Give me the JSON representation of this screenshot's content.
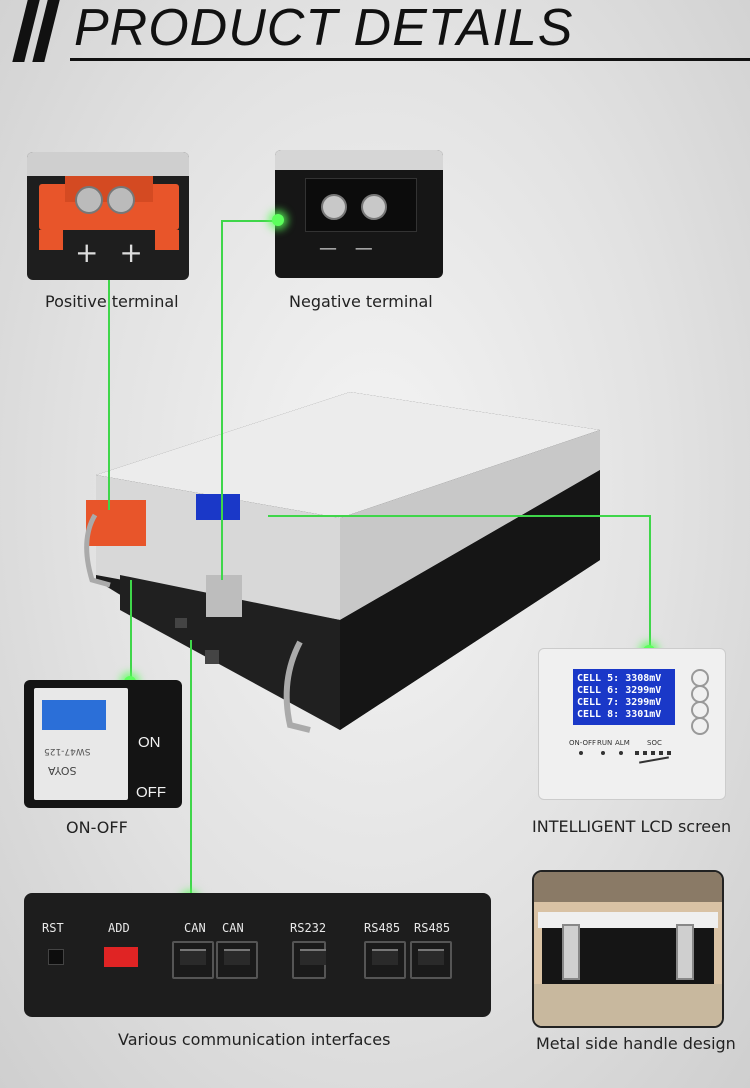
{
  "header": {
    "title": "PRODUCT DETAILS"
  },
  "captions": {
    "positive": "Positive terminal",
    "negative": "Negative terminal",
    "onoff": "ON-OFF",
    "lcd": "INTELLIGENT LCD screen",
    "comm": "Various communication interfaces",
    "handle": "Metal side handle design"
  },
  "terminals": {
    "positive_marks": "+ +",
    "negative_marks": "— —"
  },
  "breaker": {
    "on": "ON",
    "off": "OFF",
    "brand": "SOYA",
    "model": "SW47-125"
  },
  "lcd": {
    "rows": [
      {
        "label": "CELL 5:",
        "value": "3308mV"
      },
      {
        "label": "CELL 6:",
        "value": "3299mV"
      },
      {
        "label": "CELL 7:",
        "value": "3299mV"
      },
      {
        "label": "CELL 8:",
        "value": "3301mV"
      }
    ],
    "indicators": [
      "ON-OFF",
      "RUN",
      "ALM",
      "SOC"
    ]
  },
  "ports": [
    "RST",
    "ADD",
    "CAN",
    "CAN",
    "RS232",
    "RS485",
    "RS485"
  ],
  "colors": {
    "accent_green": "#3fd64a",
    "terminal_orange": "#e8552a",
    "lcd_blue": "#1a38c8"
  }
}
